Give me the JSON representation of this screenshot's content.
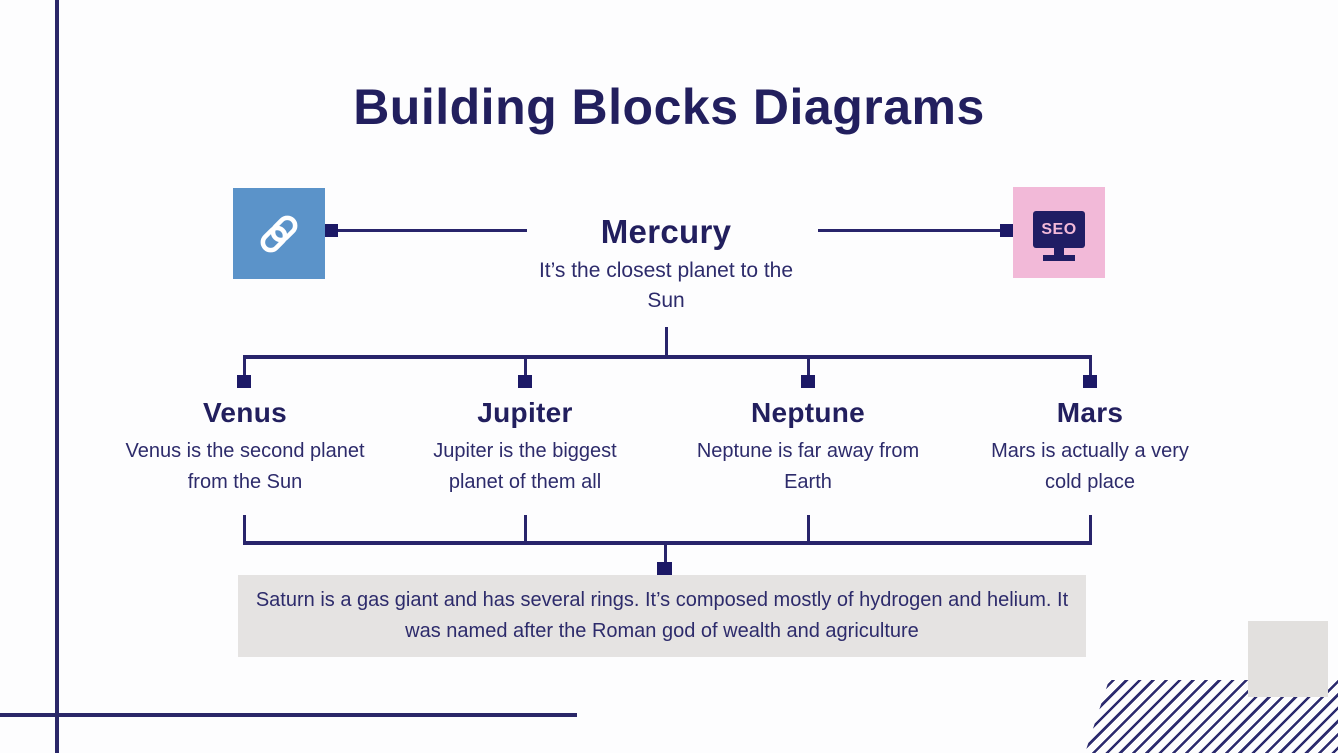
{
  "slide": {
    "title": "Building Blocks Diagrams"
  },
  "diagram": {
    "root": {
      "title": "Mercury",
      "description": "It’s the closest planet to the Sun"
    },
    "children": [
      {
        "title": "Venus",
        "description": "Venus is the second planet from the Sun"
      },
      {
        "title": "Jupiter",
        "description": "Jupiter is the biggest planet of them all"
      },
      {
        "title": "Neptune",
        "description": "Neptune is far away from Earth"
      },
      {
        "title": "Mars",
        "description": "Mars is actually a very cold place"
      }
    ],
    "note": "Saturn is a gas giant and has several rings. It’s composed mostly of hydrogen and helium. It was named after the Roman god of wealth and agriculture",
    "icons": {
      "left": "link-icon",
      "right": "seo-monitor-icon",
      "seo_screen_label": "SEO"
    }
  },
  "colors": {
    "navy_text": "#221f5e",
    "line_navy": "#28246b",
    "icon_blue": "#5b93c9",
    "icon_pink": "#f2b9d8",
    "note_gray": "#e5e3e2",
    "deco_gray": "#e2e0de",
    "stripe_navy": "#2b2a6e"
  }
}
